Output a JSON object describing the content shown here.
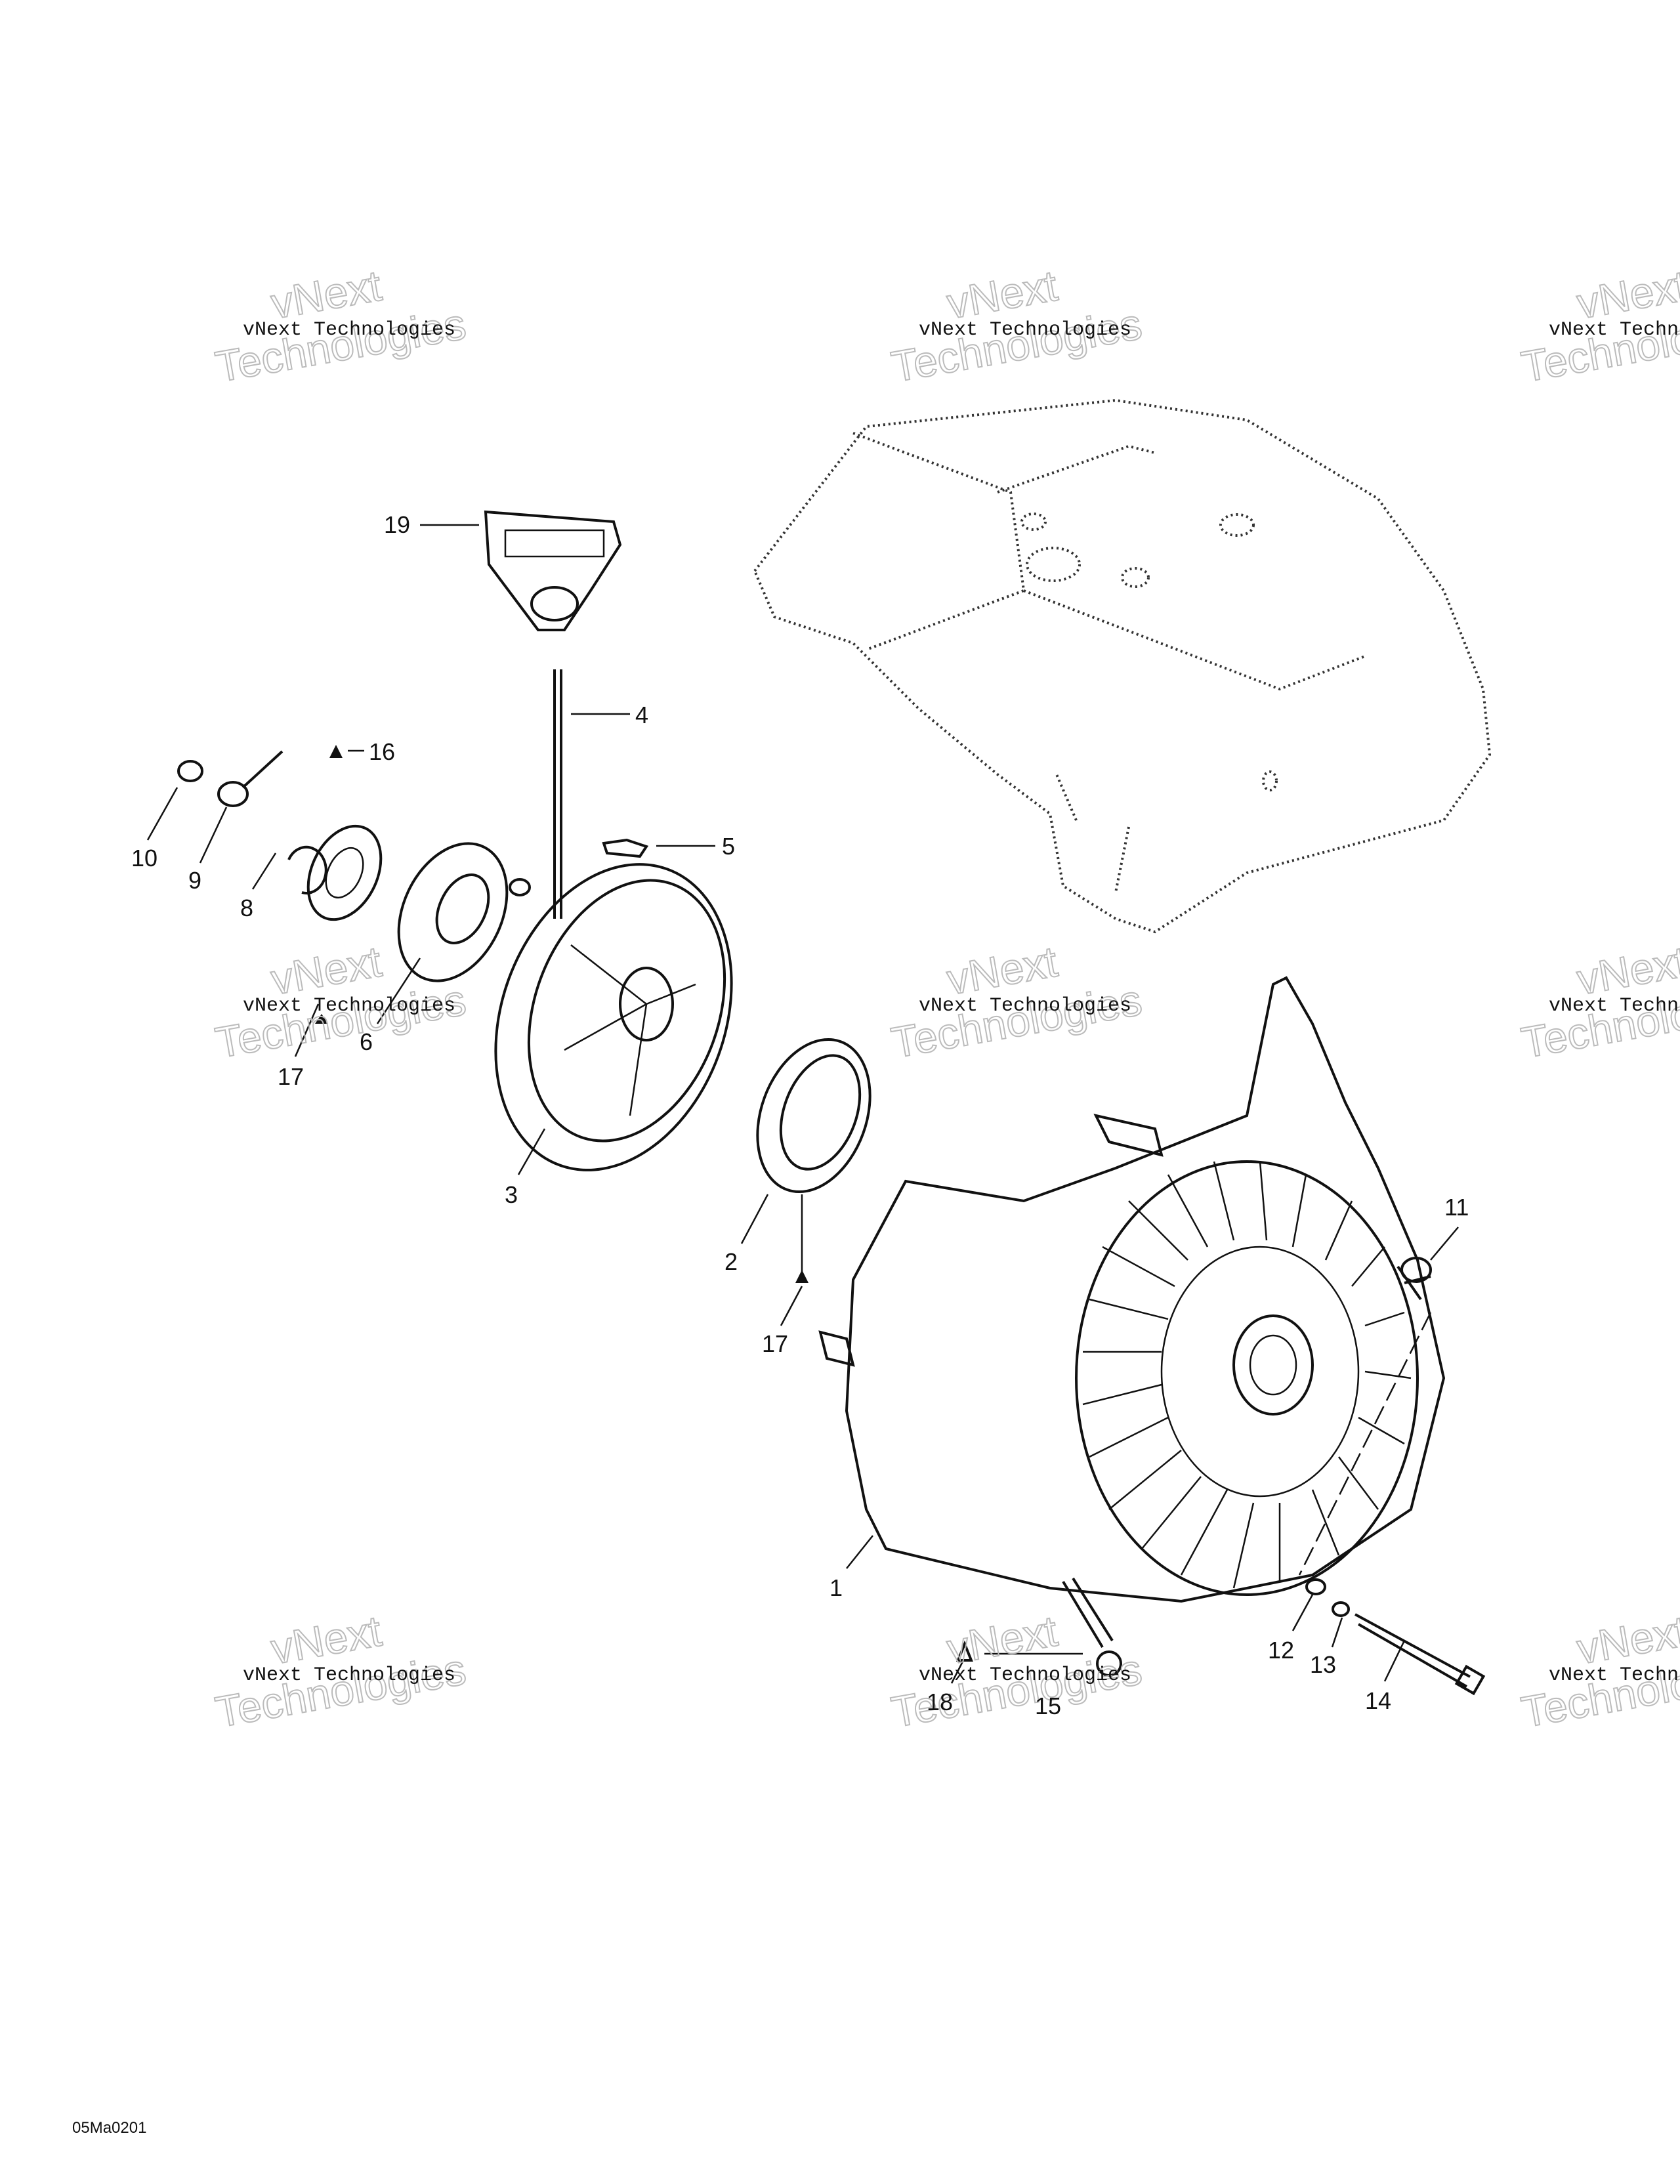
{
  "diagram": {
    "code": "05Ma0201",
    "watermark": {
      "line1": "vNext Technologies",
      "big1": "vNext",
      "big2": "Technologies"
    },
    "callouts": {
      "c1": "1",
      "c2": "2",
      "c3": "3",
      "c4": "4",
      "c5": "5",
      "c6": "6",
      "c8": "8",
      "c9": "9",
      "c10": "10",
      "c11": "11",
      "c12": "12",
      "c13": "13",
      "c14": "14",
      "c15": "15",
      "c16": "16",
      "c17a": "17",
      "c17b": "17",
      "c18": "18",
      "c19": "19"
    }
  }
}
